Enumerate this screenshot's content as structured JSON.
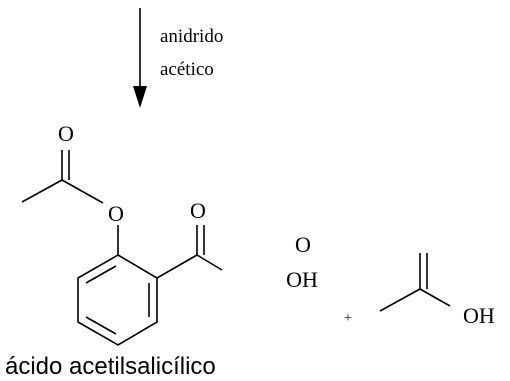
{
  "reagent": {
    "line1": "anidrido",
    "line2": "acético"
  },
  "product": {
    "name": "ácido acetilsalicílico",
    "ester_carbonyl_o": "O",
    "ester_o": "O",
    "ketone_o": "O"
  },
  "byproducts": {
    "acid_o": "O",
    "acid_oh": "OH",
    "plus": "+",
    "enol_oh": "OH"
  },
  "colors": {
    "ink": "#000000",
    "background": "#ffffff"
  }
}
